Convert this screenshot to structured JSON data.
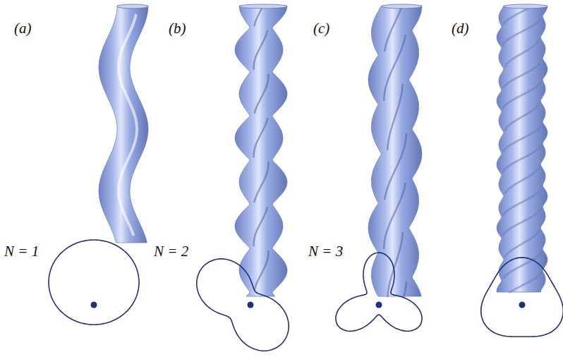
{
  "diagram": {
    "labels": [
      "(a)",
      "(b)",
      "(c)",
      "(d)",
      "N = 1",
      "N = 2",
      "N = 3"
    ]
  }
}
